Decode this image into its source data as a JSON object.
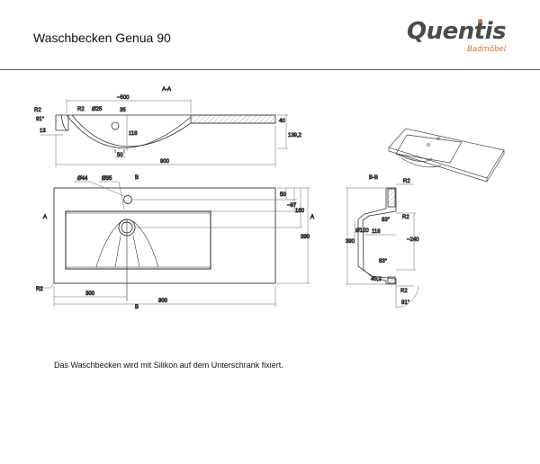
{
  "header": {
    "title": "Waschbecken Genua 90",
    "logo": {
      "brand": "Quentis",
      "subtitle": "Badmöbel",
      "accent_color": "#e06a2c",
      "text_color": "#4a4a4a"
    }
  },
  "drawing": {
    "section_aa": {
      "label": "A-A",
      "dims": {
        "basin_width": "~500",
        "drain_diam": "Ø25",
        "r_left": "R2",
        "r_inner": "R2",
        "angle": "91°",
        "edge": "13",
        "depth_35": "35",
        "depth_118": "118",
        "bottom_50": "50",
        "total_width": "900",
        "thickness": "40",
        "height": "139,2"
      }
    },
    "plan_view": {
      "dims": {
        "drain": "Ø44",
        "tap_hole": "Ø35",
        "corner_r": "R2",
        "offset_300": "300",
        "total_width": "900",
        "d50": "50",
        "d97": "~97",
        "d160": "160",
        "depth_390": "390"
      },
      "section_marks": {
        "a": "A",
        "b": "B"
      }
    },
    "section_bb": {
      "label": "B-B",
      "dims": {
        "r_top": "R2",
        "r_mid": "R2",
        "r_bottom": "R2",
        "diam": "Ø120",
        "w118": "118",
        "h390": "390",
        "h240": "~240",
        "ang1": "83°",
        "ang2": "83°",
        "ang3": "91°",
        "t": "40,2"
      }
    }
  },
  "footer": {
    "note": "Das Waschbecken wird mit Silikon auf dem Unterschrank fixiert."
  }
}
